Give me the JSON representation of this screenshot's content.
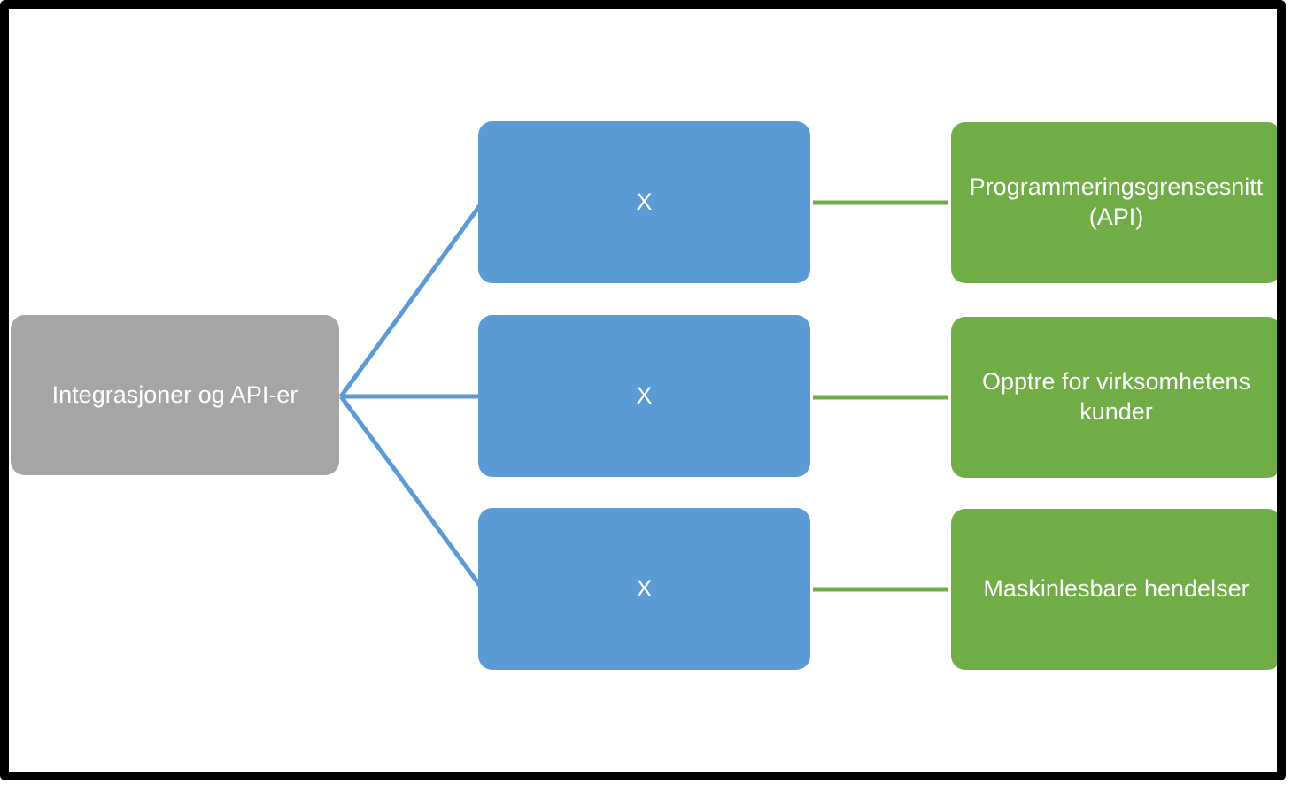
{
  "colors": {
    "background": "#FFFFFF",
    "border": "#000000",
    "gray": "#A5A5A5",
    "blue": "#5B9BD5",
    "green": "#70AD47",
    "text": "#FFFFFF"
  },
  "diagram": {
    "type": "branch-hierarchy",
    "root": {
      "label": "Integrasjoner og API-er"
    },
    "branches": [
      {
        "node_label": "X",
        "leaf_label": "Programmeringsgrensesnitt (API)"
      },
      {
        "node_label": "X",
        "leaf_label": "Opptre for virksomhetens kunder"
      },
      {
        "node_label": "X",
        "leaf_label": "Maskinlesbare hendelser"
      }
    ]
  }
}
